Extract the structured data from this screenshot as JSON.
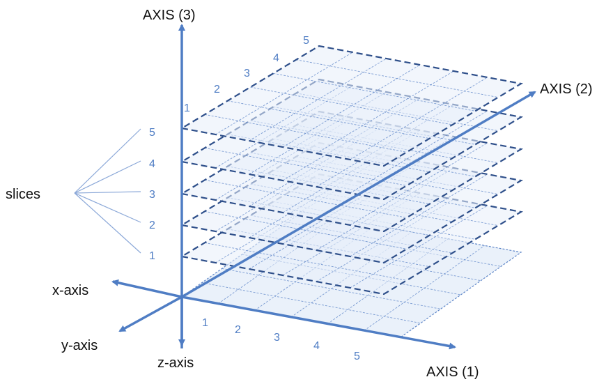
{
  "axes": {
    "axis1": "AXIS (1)",
    "axis2": "AXIS (2)",
    "axis3": "AXIS (3)",
    "x_axis": "x-axis",
    "y_axis": "y-axis",
    "z_axis": "z-axis"
  },
  "slices_label": "slices",
  "slice_numbers": [
    "1",
    "2",
    "3",
    "4",
    "5"
  ],
  "axis1_ticks": [
    "1",
    "2",
    "3",
    "4",
    "5"
  ],
  "axis2_ticks": [
    "1",
    "2",
    "3",
    "4",
    "5"
  ],
  "colors": {
    "axis": "#4F7DC4",
    "slice_fill": "#E8EFFA",
    "slice_edge": "#2E4F8A",
    "grid": "#5E86C8"
  }
}
